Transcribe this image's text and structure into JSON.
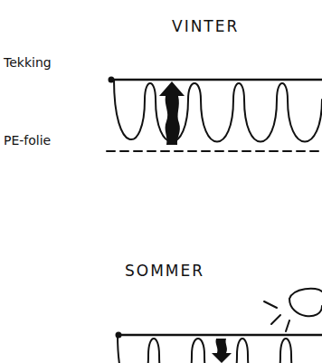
{
  "diagram": {
    "labels": [
      "VINTER",
      "Tekking",
      "PE-folie",
      "SOMMER"
    ]
  }
}
